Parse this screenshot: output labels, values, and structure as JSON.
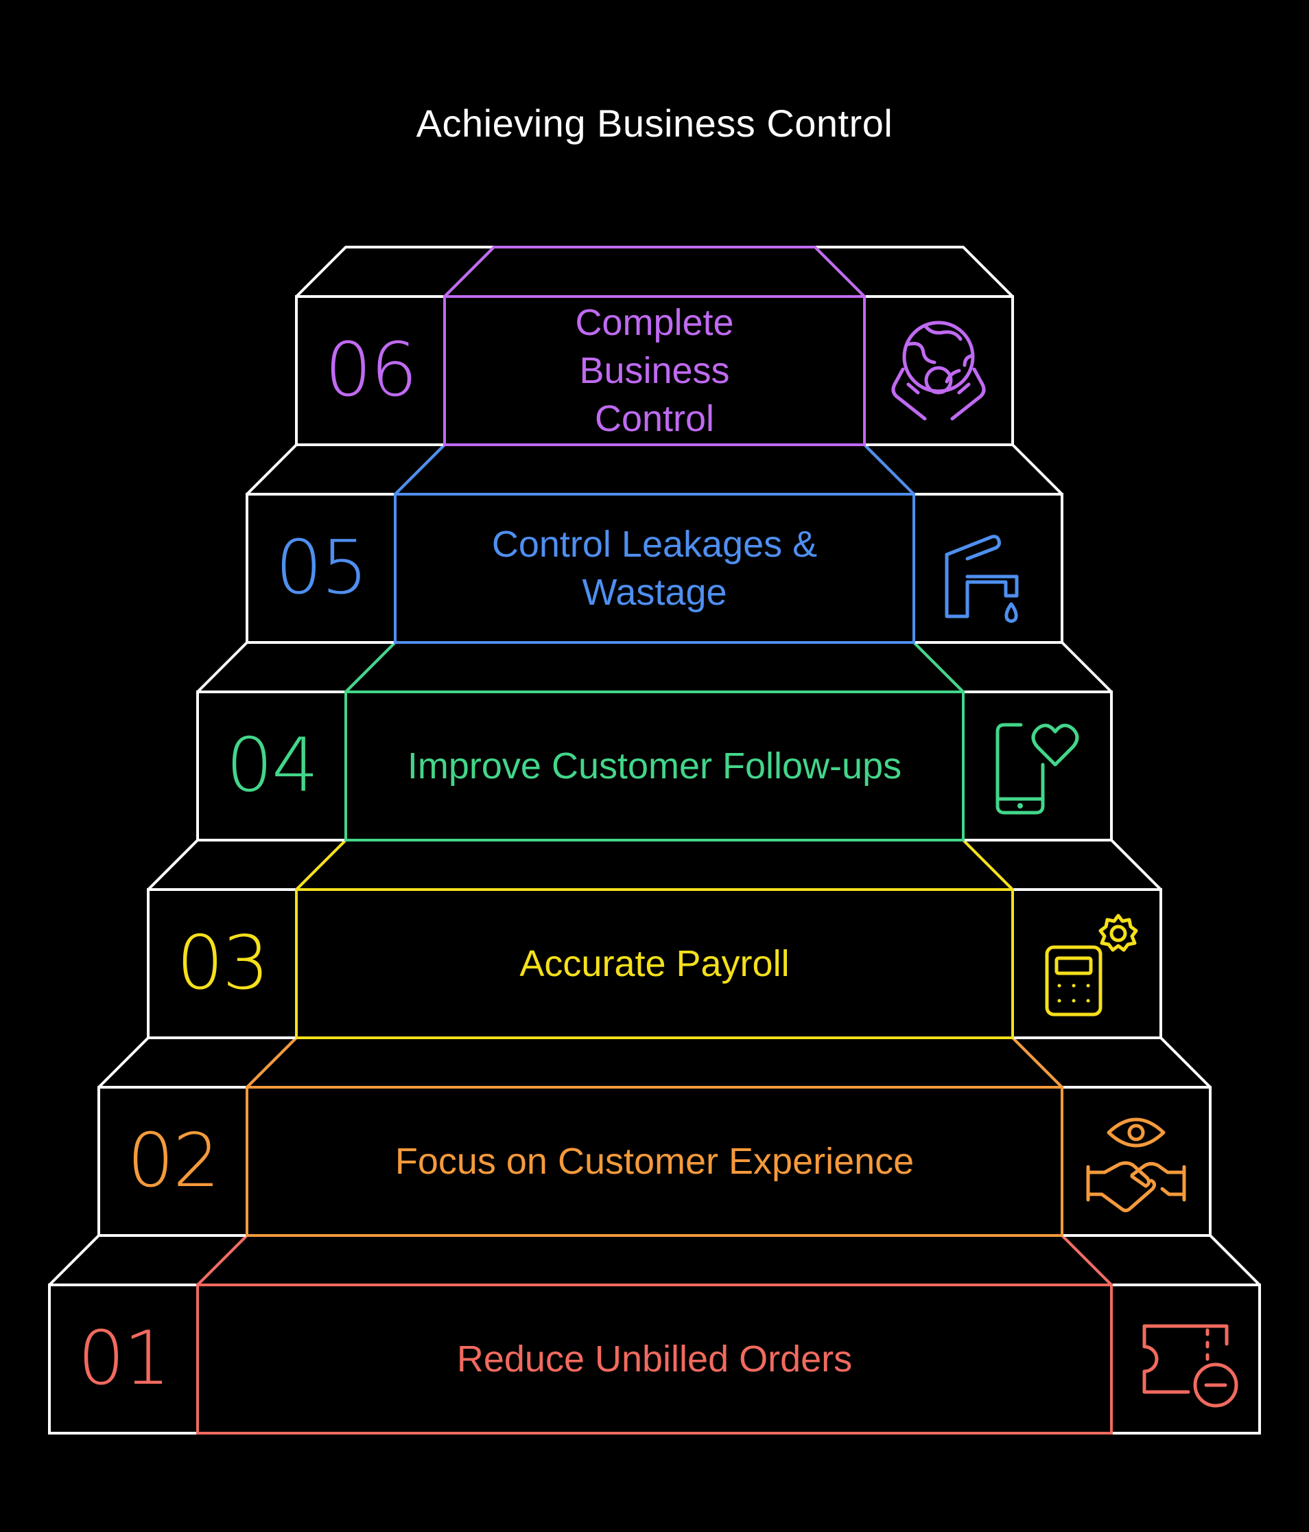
{
  "title": "Achieving Business Control",
  "steps": [
    {
      "number": "01",
      "label": "Reduce Unbilled Orders",
      "color": "#f26a5f",
      "icon": "coupon-minus-icon"
    },
    {
      "number": "02",
      "label": "Focus on Customer Experience",
      "color": "#f59a3c",
      "icon": "eye-handshake-icon"
    },
    {
      "number": "03",
      "label": "Accurate Payroll",
      "color": "#f5e01b",
      "icon": "calculator-gear-icon"
    },
    {
      "number": "04",
      "label": "Improve Customer Follow-ups",
      "color": "#43d68a",
      "icon": "phone-heart-icon"
    },
    {
      "number": "05",
      "label": "Control Leakages & Wastage",
      "color": "#4f8ff0",
      "icon": "faucet-drop-icon"
    },
    {
      "number": "06",
      "label": "Complete Business Control",
      "color": "#c06af2",
      "icon": "globe-hands-icon"
    }
  ],
  "outline_color": "#ffffff"
}
